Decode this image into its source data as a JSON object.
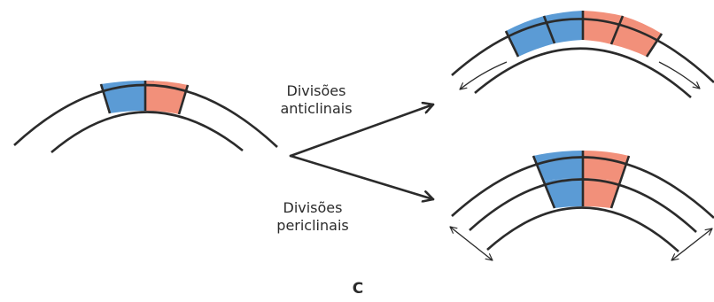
{
  "labels": {
    "anticlinal": [
      "Divisões",
      "anticlinais"
    ],
    "periclinal": [
      "Divisões",
      "periclinais"
    ],
    "panel": "C"
  },
  "colors": {
    "line": "#2b2b2b",
    "cell_blue": "#5b9bd5",
    "cell_red": "#f2907a"
  },
  "icons": [
    "curved-arrow-icon",
    "double-headed-arrow-icon",
    "arrow-icon"
  ]
}
